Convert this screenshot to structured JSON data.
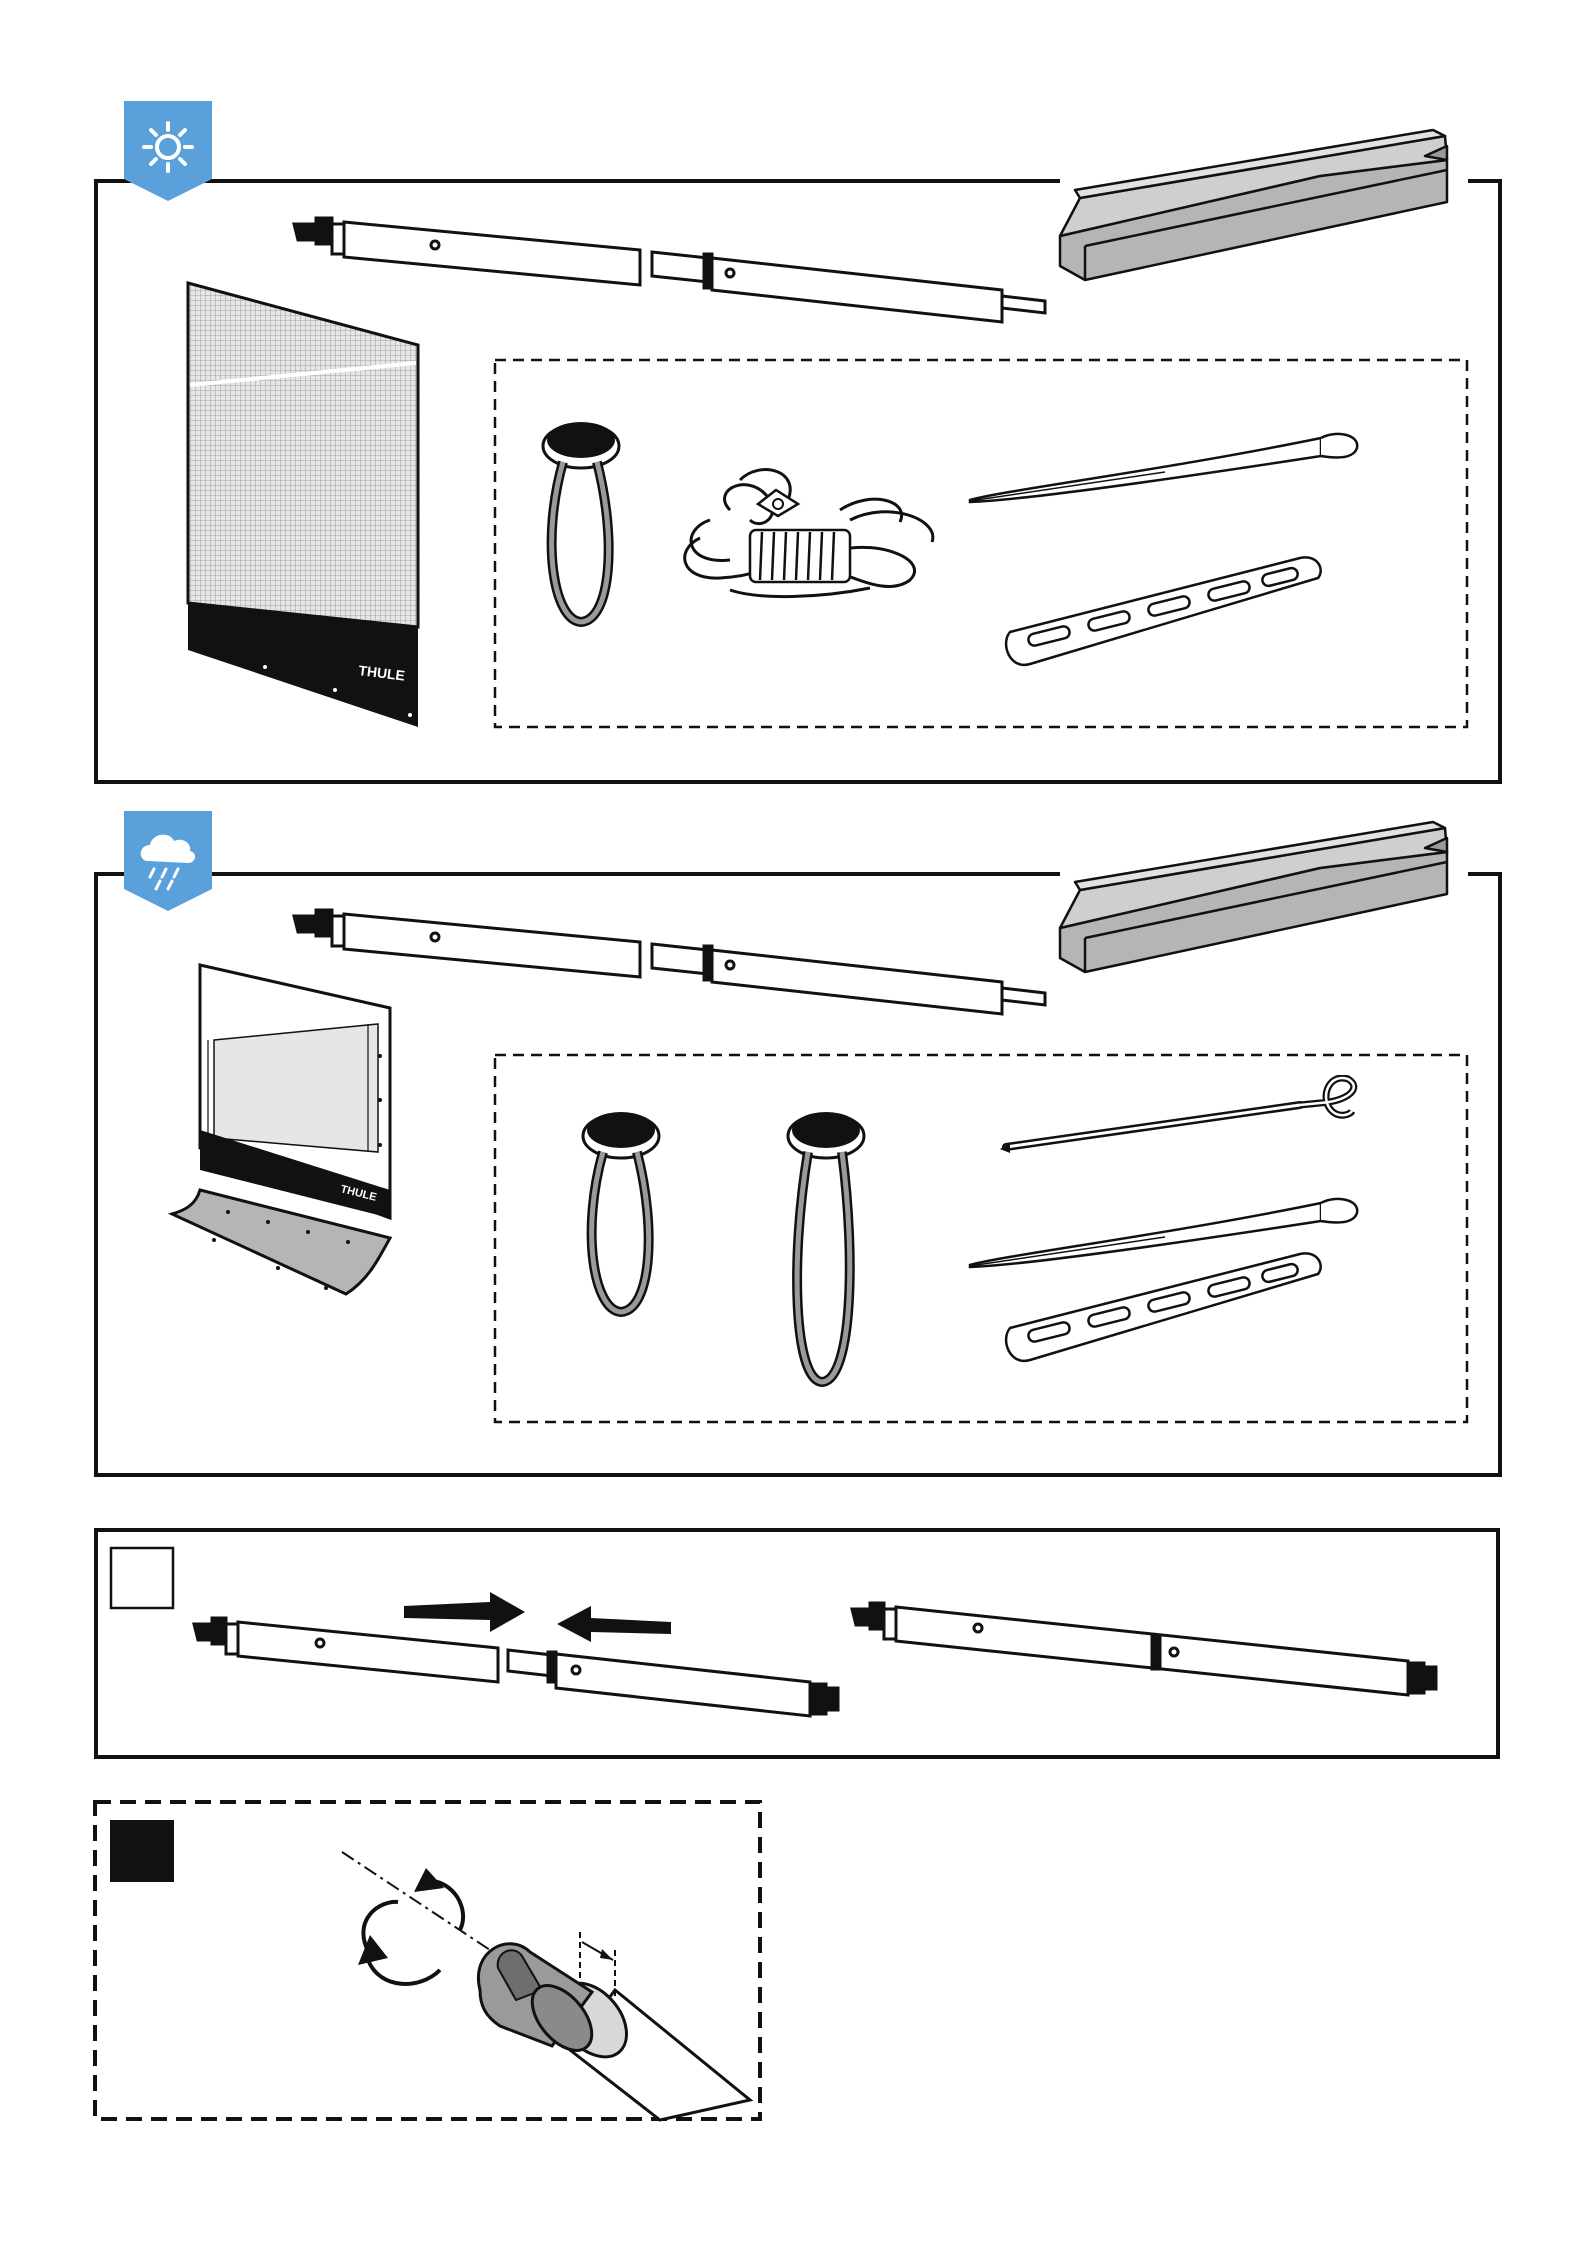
{
  "sections": {
    "sun_kit": {
      "icon": "sun-icon",
      "badge_color": "#5aa0db",
      "panel_brand": "THULE",
      "parts": [
        "telescopic-pole",
        "storage-bag",
        "mesh-side-panel",
        "rubber-loop",
        "guy-rope",
        "tent-peg",
        "peg-plate"
      ]
    },
    "rain_kit": {
      "icon": "rain-cloud-icon",
      "badge_color": "#5aa0db",
      "panel_brand": "THULE",
      "parts": [
        "telescopic-pole",
        "storage-bag",
        "window-side-panel",
        "rubber-loop",
        "long-rubber-loop",
        "hook-peg",
        "tent-peg",
        "peg-plate"
      ]
    },
    "step_assemble": {
      "step_box": "empty-square",
      "illustration": "join-pole-halves"
    },
    "step_adjust": {
      "step_box": "filled-square",
      "illustration": "twist-pole-end"
    }
  },
  "colors": {
    "line": "#111111",
    "bag_gray": "#b5b5b5",
    "mesh_gray": "#c8c8c8",
    "accent_blue": "#5aa0db"
  }
}
